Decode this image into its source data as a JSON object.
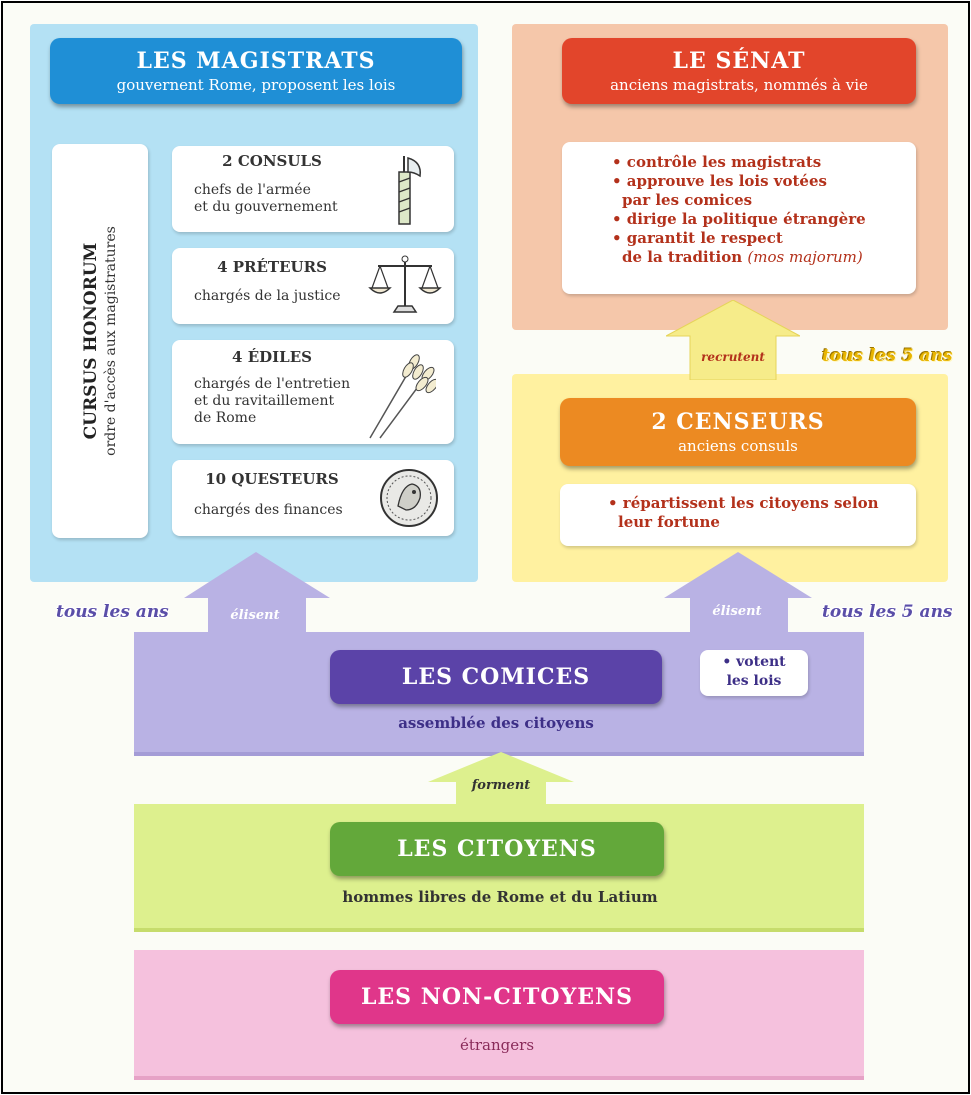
{
  "magistrats": {
    "title": "LES MAGISTRATS",
    "subtitle": "gouvernent Rome, proposent les lois",
    "cursus_title": "CURSUS HONORUM",
    "cursus_subtitle": "ordre d'accès aux magistratures",
    "offices": [
      {
        "title": "2 CONSULS",
        "desc": [
          "chefs de l'armée",
          "et du gouvernement"
        ],
        "icon": "fasces-axe-icon"
      },
      {
        "title": "4 PRÉTEURS",
        "desc": [
          "chargés de la justice"
        ],
        "icon": "scales-icon"
      },
      {
        "title": "4 ÉDILES",
        "desc": [
          "chargés de l'entretien",
          "et du ravitaillement",
          "de Rome"
        ],
        "icon": "wheat-icon"
      },
      {
        "title": "10 QUESTEURS",
        "desc": [
          "chargés des finances"
        ],
        "icon": "coin-icon"
      }
    ]
  },
  "senat": {
    "title": "LE SÉNAT",
    "subtitle": "anciens magistrats, nommés à vie",
    "roles": [
      {
        "text": "• contrôle les magistrats"
      },
      {
        "text": "• approuve les lois votées"
      },
      {
        "text": "par les comices"
      },
      {
        "text": "• dirige la politique étrangère"
      },
      {
        "text": "• garantit le respect"
      },
      {
        "text": "de la tradition",
        "italic": "(mos majorum)"
      }
    ]
  },
  "censeurs": {
    "title": "2 CENSEURS",
    "subtitle": "anciens consuls",
    "role": [
      "• répartissent les citoyens selon",
      "leur fortune"
    ]
  },
  "comices": {
    "title": "LES COMICES",
    "subtitle": "assemblée des citoyens",
    "vote": [
      "• votent",
      "les lois"
    ]
  },
  "citoyens": {
    "title": "LES CITOYENS",
    "subtitle": "hommes libres de Rome et du Latium"
  },
  "non_citoyens": {
    "title": "LES NON-CITOYENS",
    "subtitle": "étrangers"
  },
  "arrows": {
    "recrutent": "recrutent",
    "elisent_left": "élisent",
    "elisent_right": "élisent",
    "forment": "forment"
  },
  "frequency": {
    "top_right": "tous les 5 ans",
    "left": "tous les ans",
    "right": "tous les 5 ans"
  },
  "colors": {
    "magistrats_bg": "#b4e1f4",
    "magistrats_banner": "#1f8fd6",
    "senat_bg": "#f5c7aa",
    "senat_banner": "#e2452b",
    "censeurs_bg": "#fff1a0",
    "censeurs_banner": "#ec8a22",
    "comices_bg": "#b9b2e4",
    "comices_banner": "#5b43a8",
    "citoyens_bg": "#ddf08e",
    "citoyens_banner": "#63a83a",
    "non_citoyens_bg": "#f5c1dd",
    "non_citoyens_banner": "#e0368a"
  }
}
